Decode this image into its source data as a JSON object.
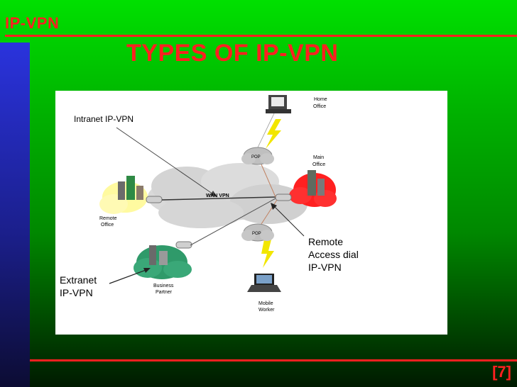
{
  "slide": {
    "corner_label": "IP-VPN",
    "title": "TYPES OF IP-VPN",
    "page_number": "[7]"
  },
  "diagram": {
    "labels": {
      "intranet": "Intranet IP-VPN",
      "extranet_line1": "Extranet",
      "extranet_line2": "IP-VPN",
      "remote_line1": "Remote",
      "remote_line2": "Access dial",
      "remote_line3": "IP-VPN",
      "wan_vpn": "WAN VPN",
      "pop_top": "POP",
      "pop_bottom": "POP",
      "home_line1": "Home",
      "home_line2": "Office",
      "main_line1": "Main",
      "main_line2": "Office",
      "remote_office_line1": "Remote",
      "remote_office_line2": "Office",
      "business_line1": "Business",
      "business_line2": "Partner",
      "mobile_line1": "Mobile",
      "mobile_line2": "Worker"
    }
  },
  "colors": {
    "accent_red": "#ff2020",
    "left_bar_blue": "#2a33dd",
    "background_green": "#00b000"
  }
}
